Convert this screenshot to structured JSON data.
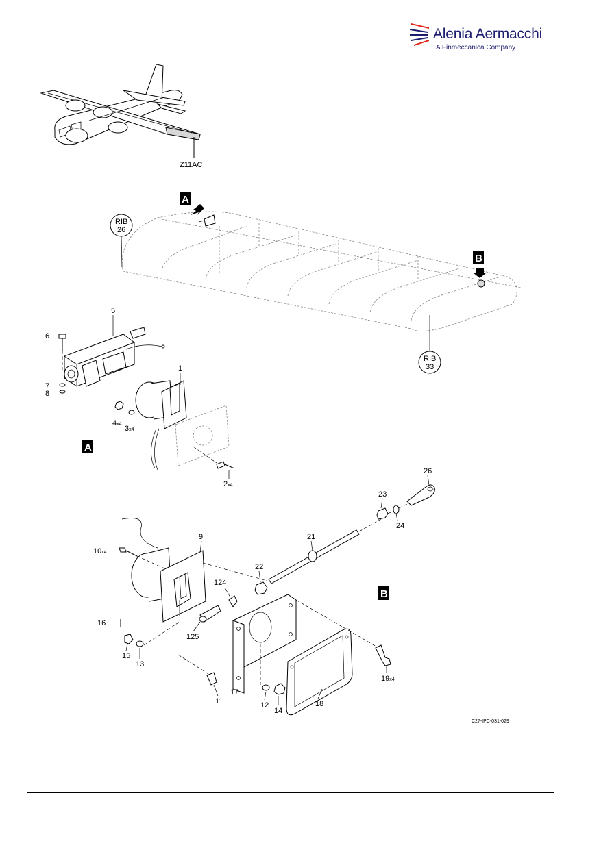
{
  "header": {
    "company": "Alenia Aermacchi",
    "tagline": "A Finmeccanica Company"
  },
  "figure": {
    "zone_label": "Z11AC",
    "rib_start": "RIB\n26",
    "rib_start_l1": "RIB",
    "rib_start_l2": "26",
    "rib_end_l1": "RIB",
    "rib_end_l2": "33",
    "view_a": "A",
    "view_b": "B",
    "figure_ref": "C27-IPC-031-029",
    "qty_marker": "x4",
    "items": {
      "i1": "1",
      "i2": "2",
      "i3": "3",
      "i4": "4",
      "i5": "5",
      "i6": "6",
      "i7": "7",
      "i8": "8",
      "i9": "9",
      "i10": "10",
      "i11": "11",
      "i12": "12",
      "i13": "13",
      "i14": "14",
      "i15": "15",
      "i16": "16",
      "i17": "17",
      "i18": "18",
      "i19": "19",
      "i21": "21",
      "i22": "22",
      "i23": "23",
      "i24": "24",
      "i26": "26",
      "i124": "124",
      "i125": "125"
    }
  },
  "colors": {
    "brand": "#1e1e6e",
    "accent": "#e0261b"
  }
}
